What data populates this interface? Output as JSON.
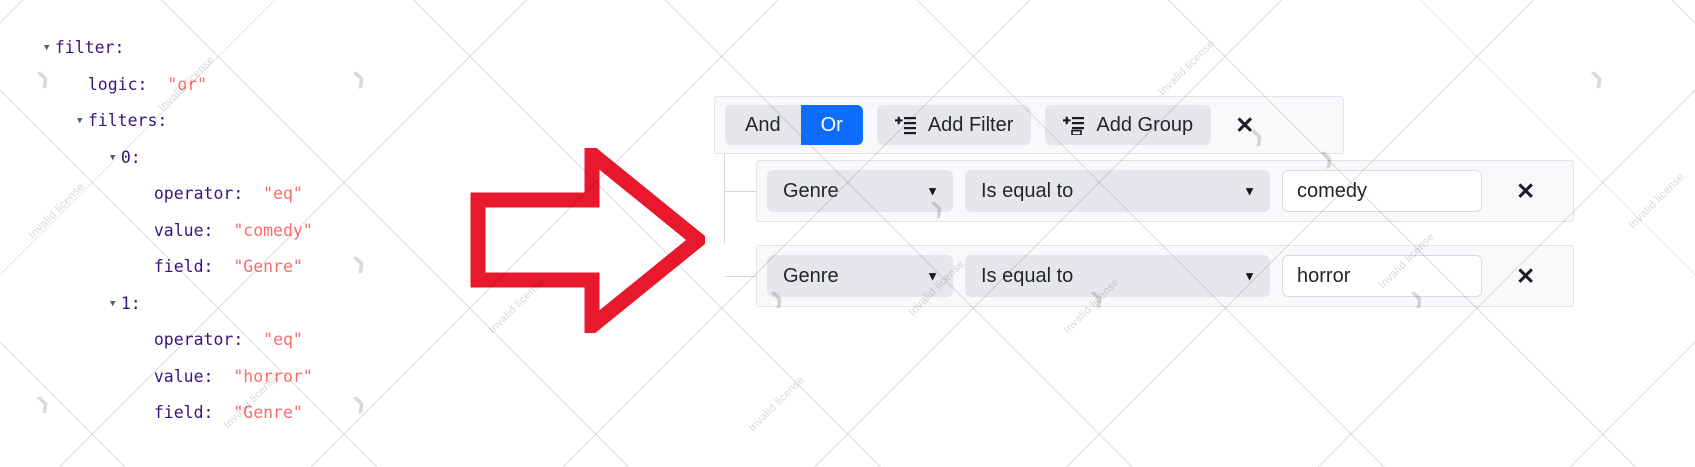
{
  "json_tree": {
    "lines": [
      {
        "indent": 0,
        "caret": true,
        "key": "filter",
        "punct": ":",
        "value": null
      },
      {
        "indent": 1,
        "caret": false,
        "key": "logic",
        "punct": ":",
        "value": "\"or\""
      },
      {
        "indent": 1,
        "caret": true,
        "key": "filters",
        "punct": ":",
        "value": null
      },
      {
        "indent": 2,
        "caret": true,
        "key": "0",
        "punct": ":",
        "value": null
      },
      {
        "indent": 3,
        "caret": false,
        "key": "operator",
        "punct": ":",
        "value": "\"eq\""
      },
      {
        "indent": 3,
        "caret": false,
        "key": "value",
        "punct": ":",
        "value": "\"comedy\""
      },
      {
        "indent": 3,
        "caret": false,
        "key": "field",
        "punct": ":",
        "value": "\"Genre\""
      },
      {
        "indent": 2,
        "caret": true,
        "key": "1",
        "punct": ":",
        "value": null
      },
      {
        "indent": 3,
        "caret": false,
        "key": "operator",
        "punct": ":",
        "value": "\"eq\""
      },
      {
        "indent": 3,
        "caret": false,
        "key": "value",
        "punct": ":",
        "value": "\"horror\""
      },
      {
        "indent": 3,
        "caret": false,
        "key": "field",
        "punct": ":",
        "value": "\"Genre\""
      }
    ],
    "colors": {
      "key": "#37157e",
      "value": "#fd6b6b",
      "caret": "#5a5a66"
    }
  },
  "arrow": {
    "direction": "right",
    "color": "#e8192c",
    "name": "red-right-arrow"
  },
  "query_builder": {
    "toolbar": {
      "logic_options": [
        "And",
        "Or"
      ],
      "selected_logic": "Or",
      "and_label": "And",
      "or_label": "Or",
      "add_filter_label": "Add Filter",
      "add_group_label": "Add Group",
      "close_label": "✕",
      "accent_color": "#0d6efd"
    },
    "rules": [
      {
        "field": "Genre",
        "operator": "Is equal to",
        "value": "comedy",
        "remove_label": "✕"
      },
      {
        "field": "Genre",
        "operator": "Is equal to",
        "value": "horror",
        "remove_label": "✕"
      }
    ]
  },
  "watermark": {
    "text": "Invalid license",
    "logo_glyph": "❱"
  }
}
